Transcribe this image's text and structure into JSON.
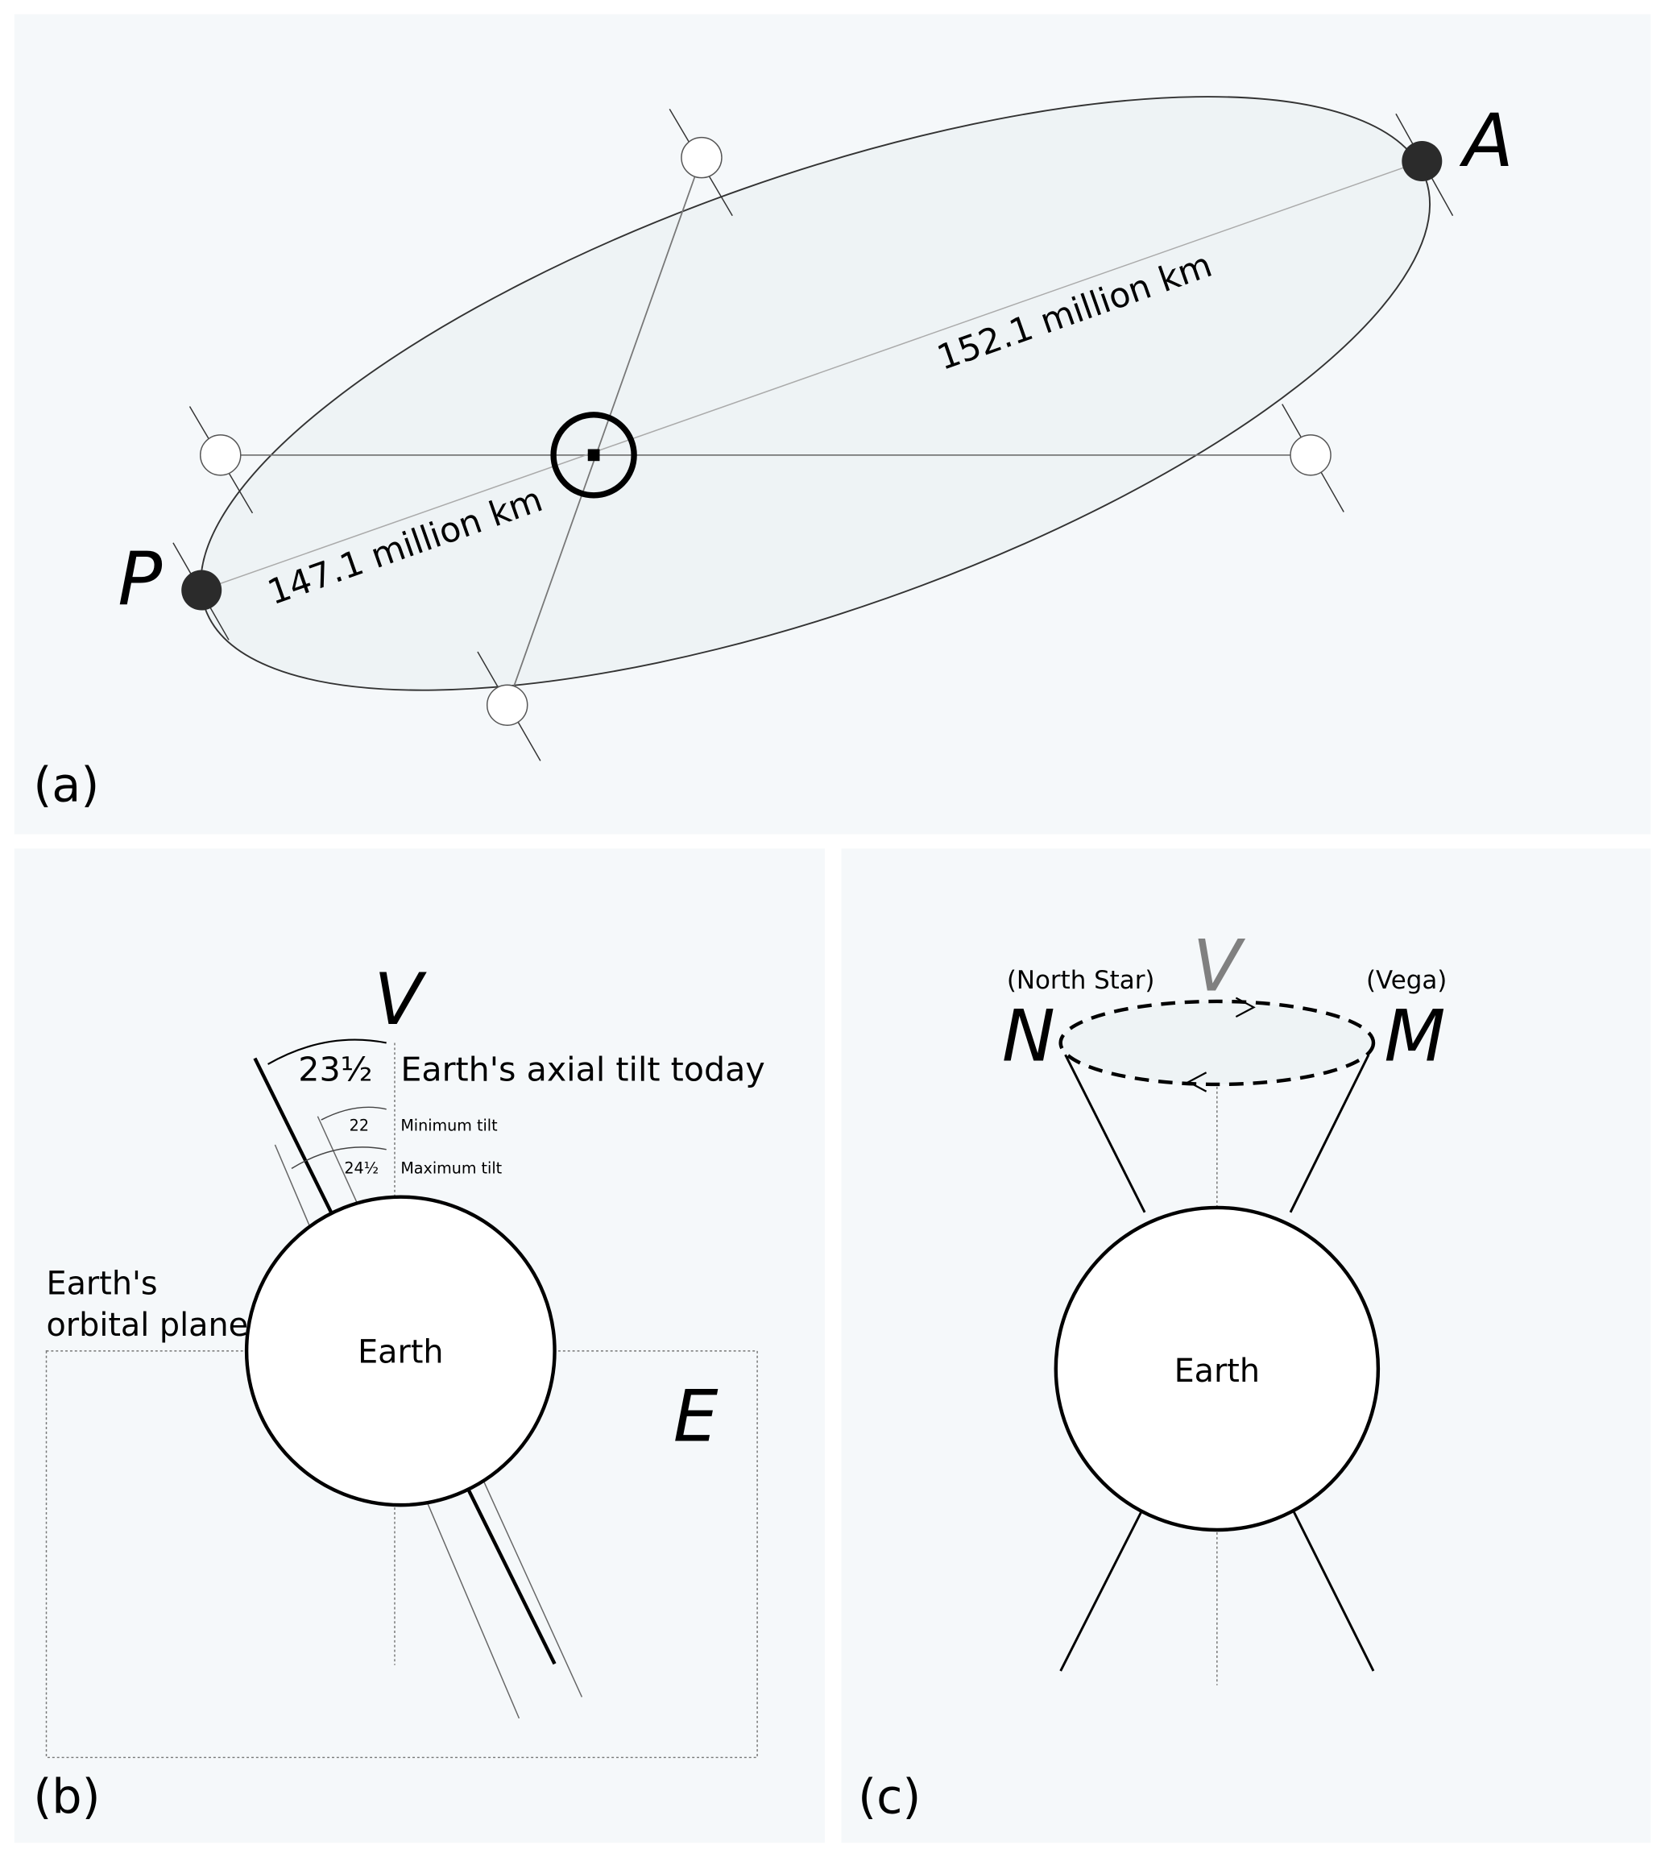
{
  "panel_a": {
    "label": "(a)",
    "perihelion_label": "P",
    "aphelion_label": "A",
    "perihelion_distance": "147.1 million km",
    "aphelion_distance": "152.1 million km"
  },
  "panel_b": {
    "label": "(b)",
    "vertical_label": "V",
    "tilt_today_value": "23½",
    "tilt_today_text": "Earth's axial tilt today",
    "min_tilt_value": "22",
    "min_tilt_text": "Minimum tilt",
    "max_tilt_value": "24½",
    "max_tilt_text": "Maximum tilt",
    "earth_label": "Earth",
    "orbital_plane_line1": "Earth's",
    "orbital_plane_line2": "orbital plane",
    "plane_label": "E"
  },
  "panel_c": {
    "label": "(c)",
    "vertical_label": "V",
    "north_star_caption": "(North Star)",
    "vega_caption": "(Vega)",
    "n_label": "N",
    "m_label": "M",
    "earth_label": "Earth"
  },
  "colors": {
    "panel_bg": "#f5f8fa",
    "planet_dark": "#2b2b2b",
    "v_gray": "#808080"
  }
}
